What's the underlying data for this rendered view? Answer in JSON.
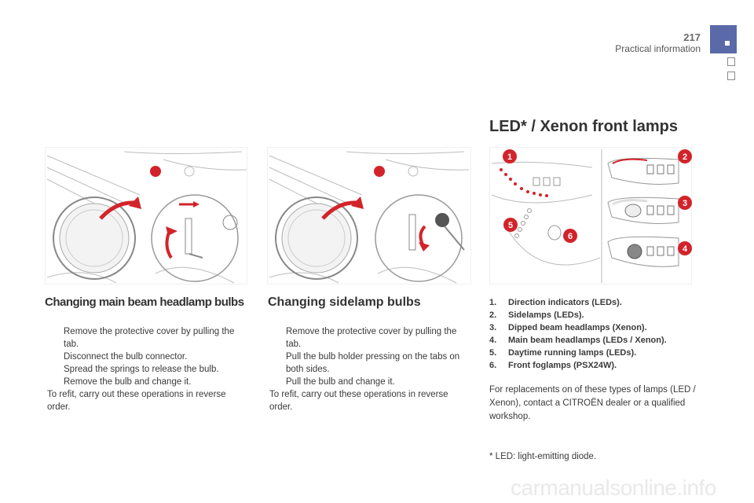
{
  "header": {
    "page_number": "217",
    "section_title": "Practical information"
  },
  "lamps_section": {
    "title": "LED* / Xenon front lamps",
    "items": [
      {
        "num": "1.",
        "label": "Direction indicators (LEDs)."
      },
      {
        "num": "2.",
        "label": "Sidelamps (LEDs)."
      },
      {
        "num": "3.",
        "label": "Dipped beam headlamps (Xenon)."
      },
      {
        "num": "4.",
        "label": "Main beam headlamps (LEDs / Xenon)."
      },
      {
        "num": "5.",
        "label": "Daytime running lamps (LEDs)."
      },
      {
        "num": "6.",
        "label": "Front foglamps (PSX24W)."
      }
    ],
    "replacement_note": "For replacements on of these types of lamps (LED / Xenon), contact a CITROËN dealer or a qualified workshop.",
    "footnote": "* LED: light-emitting diode.",
    "callouts": [
      "1",
      "2",
      "3",
      "4",
      "5",
      "6"
    ]
  },
  "main_beam": {
    "title": "Changing main beam headlamp bulbs",
    "steps": [
      "Remove the protective cover by pulling the tab.",
      "Disconnect the bulb connector.",
      "Spread the springs to release the bulb.",
      "Remove the bulb and change it."
    ],
    "refit": "To refit, carry out these operations in reverse order."
  },
  "sidelamp": {
    "title": "Changing sidelamp bulbs",
    "steps": [
      "Remove the protective cover by pulling the tab.",
      "Pull the bulb holder pressing on the tabs on both sides.",
      "Pull the bulb and change it."
    ],
    "refit": "To refit, carry out these operations in reverse order."
  },
  "bullet_mark": "",
  "watermark": "carmanualsonline.info",
  "colors": {
    "accent": "#5a6aa8",
    "callout_red": "#d3232a"
  }
}
